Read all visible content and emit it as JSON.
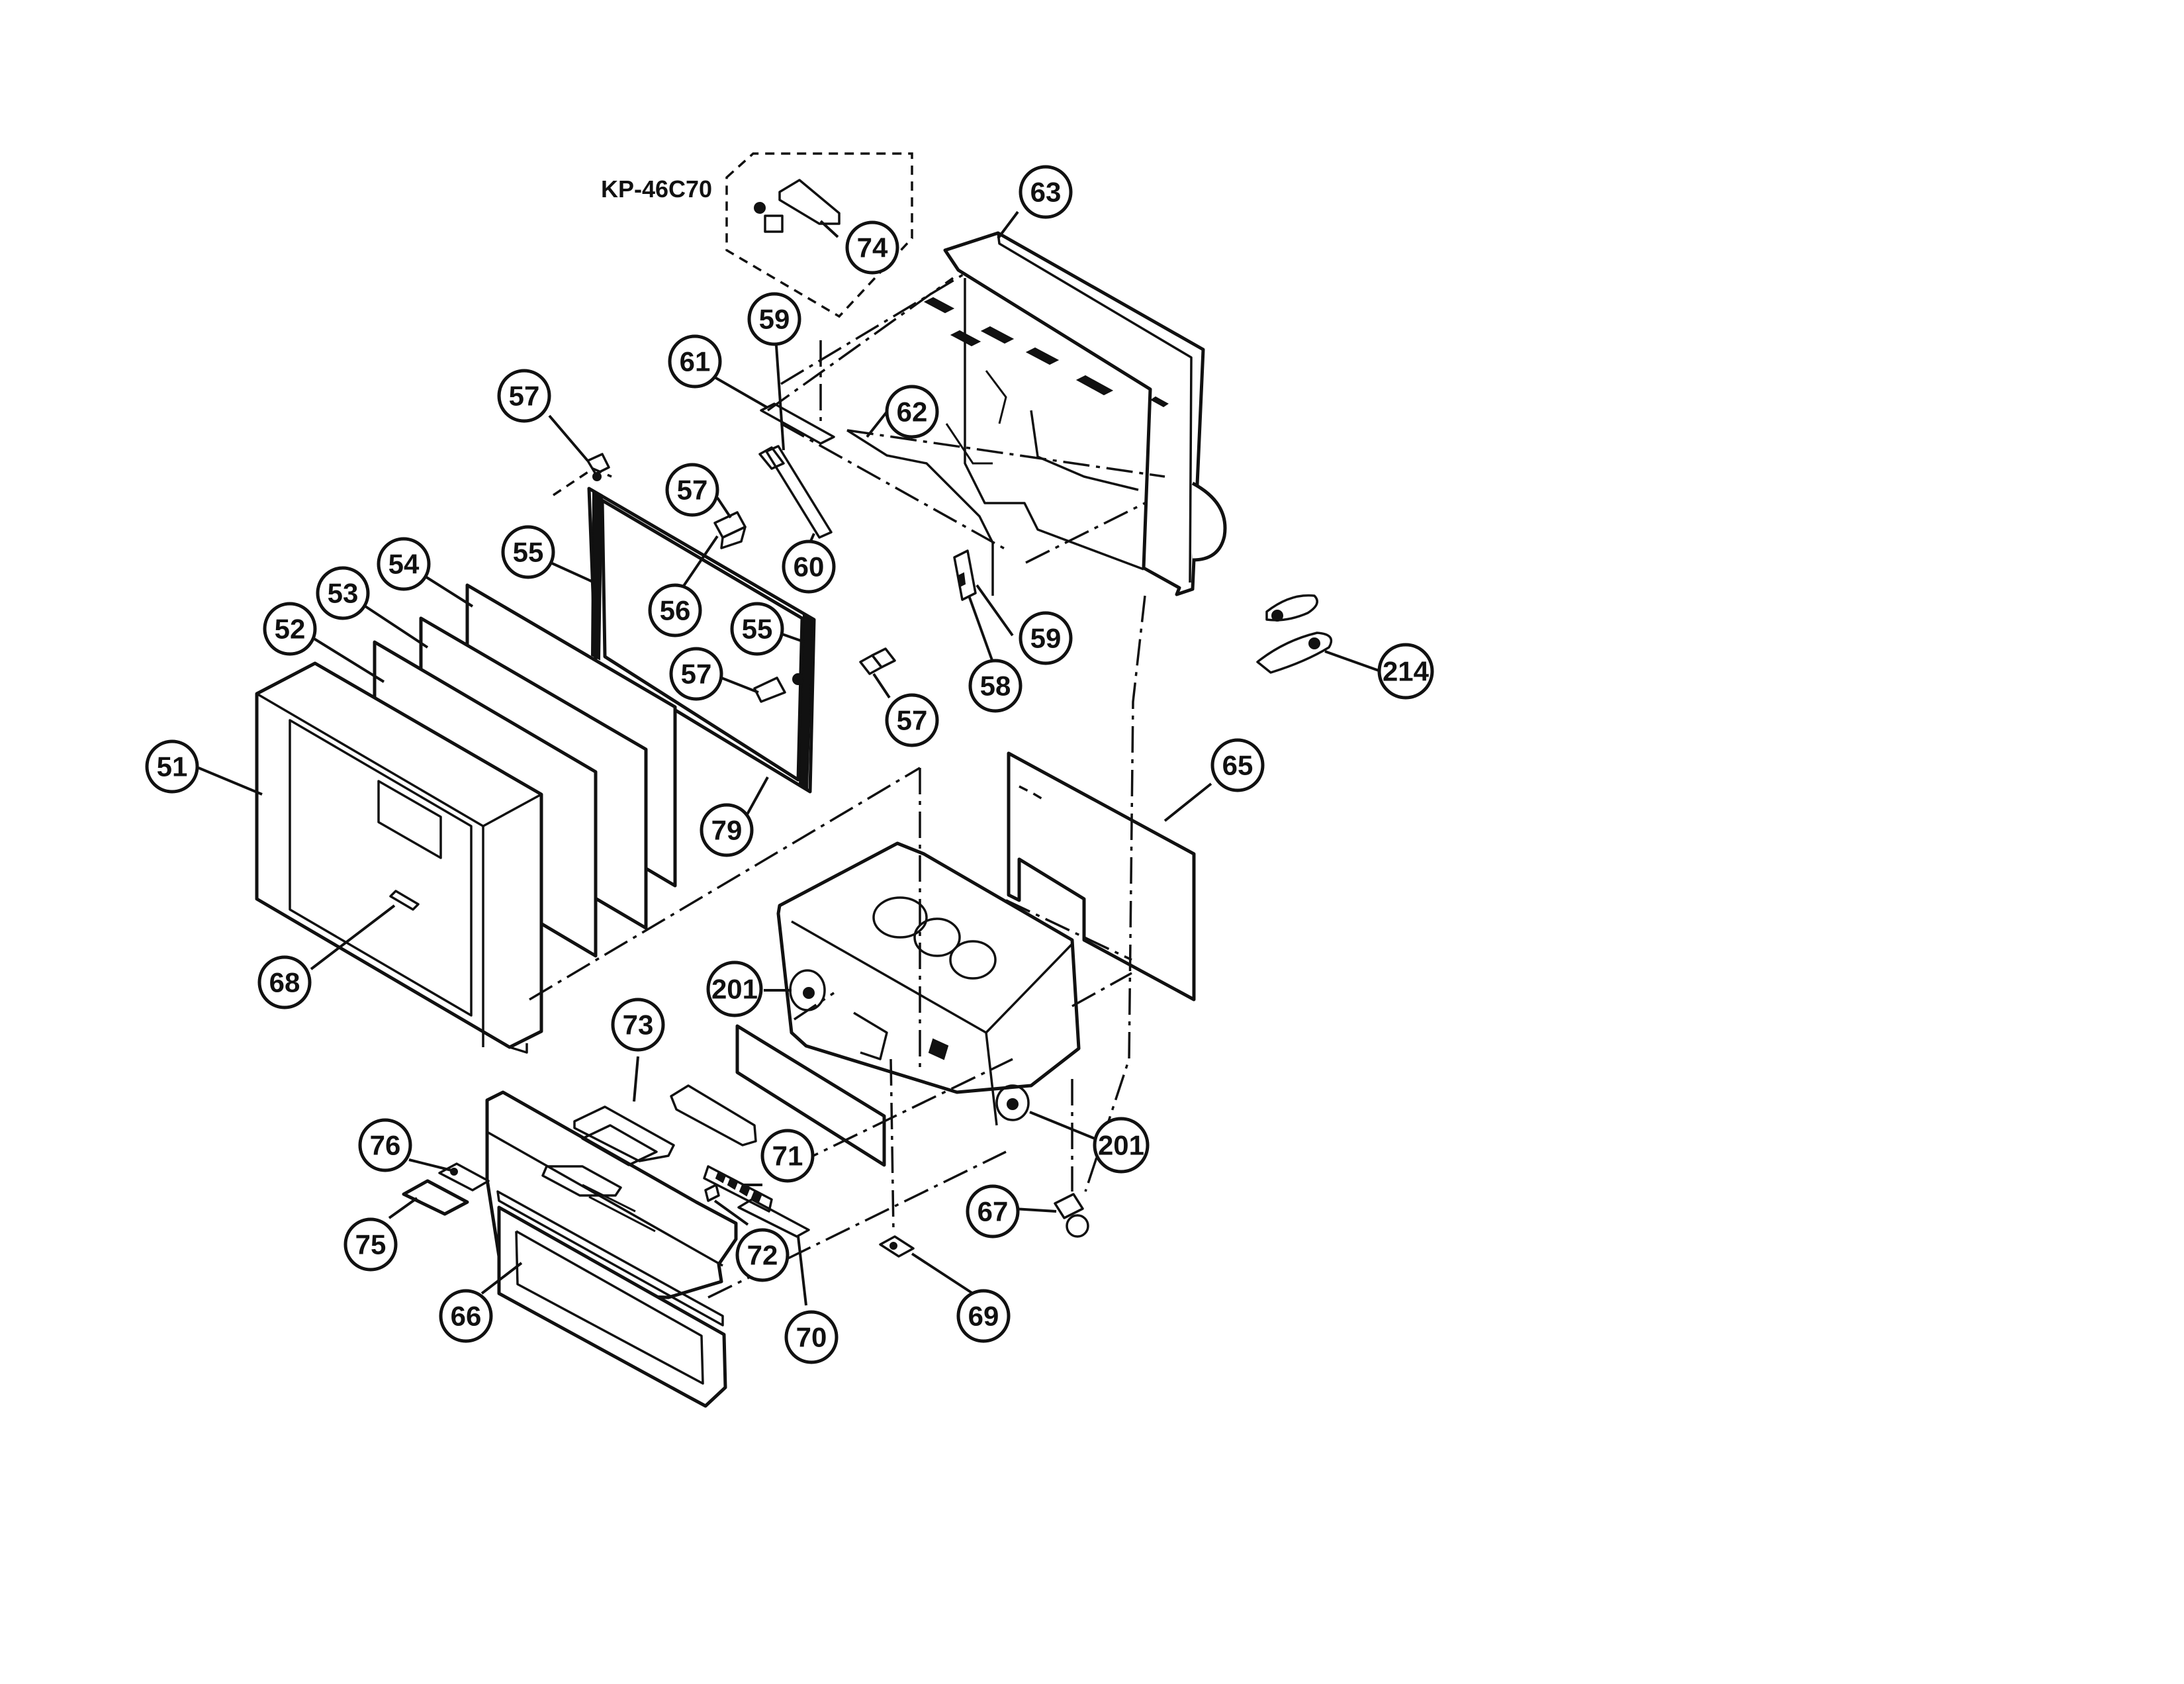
{
  "model_label": "KP-46C70",
  "callouts": [
    "51",
    "52",
    "53",
    "54",
    "55",
    "55",
    "56",
    "57",
    "57",
    "57",
    "57",
    "58",
    "59",
    "59",
    "60",
    "61",
    "62",
    "63",
    "65",
    "66",
    "67",
    "68",
    "69",
    "70",
    "71",
    "72",
    "73",
    "74",
    "75",
    "76",
    "79",
    "201",
    "201",
    "214"
  ]
}
